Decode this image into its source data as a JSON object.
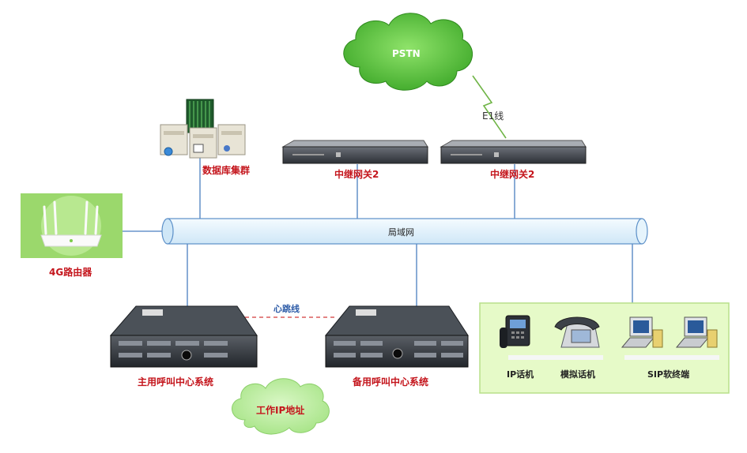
{
  "cloud_pstn": "PSTN",
  "e1_link": "E1线",
  "lan": "局域网",
  "db_cluster": "数据库集群",
  "trunk_gateway_1": "中继网关2",
  "trunk_gateway_2": "中继网关2",
  "router_4g": "4G路由器",
  "heartbeat": "心跳线",
  "primary_server": "主用呼叫中心系统",
  "backup_server": "备用呼叫中心系统",
  "work_ip": "工作IP地址",
  "terminals": {
    "ip_phone": "IP话机",
    "analog_phone": "模拟话机",
    "sip_softphone": "SIP软终端"
  },
  "colors": {
    "label_red": "#c4151c",
    "lan_tube": "#dff0fb",
    "line_blue": "#4a7fc0",
    "green_box": "#e6fac8",
    "cloud_green": "#5cc83a"
  }
}
